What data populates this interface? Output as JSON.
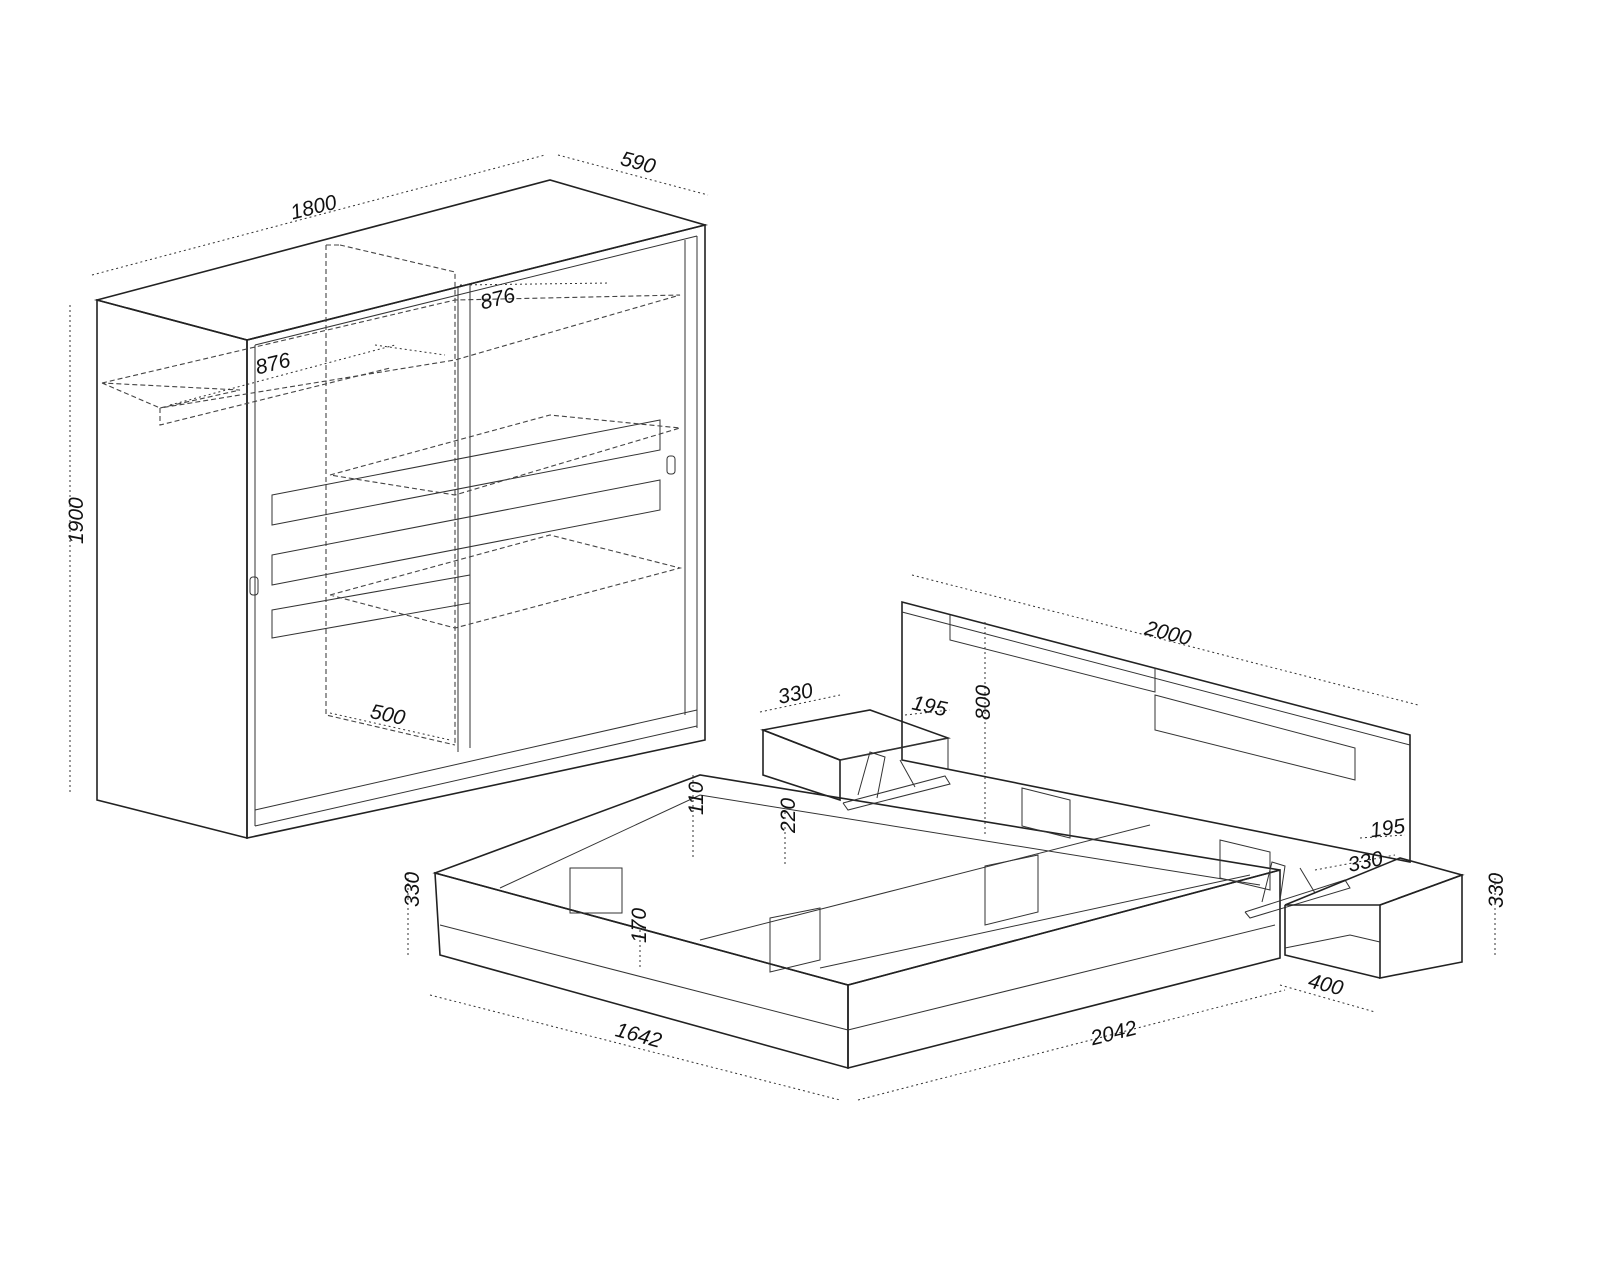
{
  "wardrobe": {
    "width": "1800",
    "depth": "590",
    "height": "1900",
    "rail_left": "876",
    "rail_right": "876",
    "inner_width": "500"
  },
  "bed": {
    "headboard_width": "2000",
    "headboard_height": "800",
    "side_rail": "110",
    "inner_depth": "220",
    "base_inset": "170",
    "bed_height": "330",
    "width": "1642",
    "length": "2042"
  },
  "nightstand_left": {
    "width": "330",
    "depth": "195"
  },
  "nightstand_right": {
    "depth": "195",
    "width": "330",
    "height": "330",
    "length": "400"
  }
}
